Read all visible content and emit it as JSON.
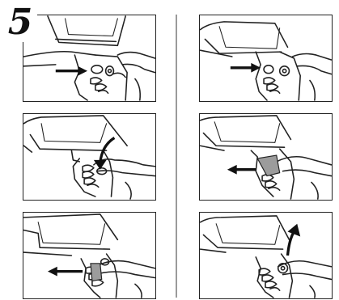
{
  "step": {
    "number": "5"
  },
  "panels": [
    {
      "position": "left-top",
      "arrow": "right"
    },
    {
      "position": "left-middle",
      "arrow": "curved-down"
    },
    {
      "position": "left-bottom",
      "arrow": "left"
    },
    {
      "position": "right-top",
      "arrow": "right"
    },
    {
      "position": "right-middle",
      "arrow": "left"
    },
    {
      "position": "right-bottom",
      "arrow": "curved-up"
    }
  ],
  "colors": {
    "line": "#222222",
    "page": "#ffffff",
    "divider": "#9a9a9a",
    "shade": "#9c9c9c"
  }
}
